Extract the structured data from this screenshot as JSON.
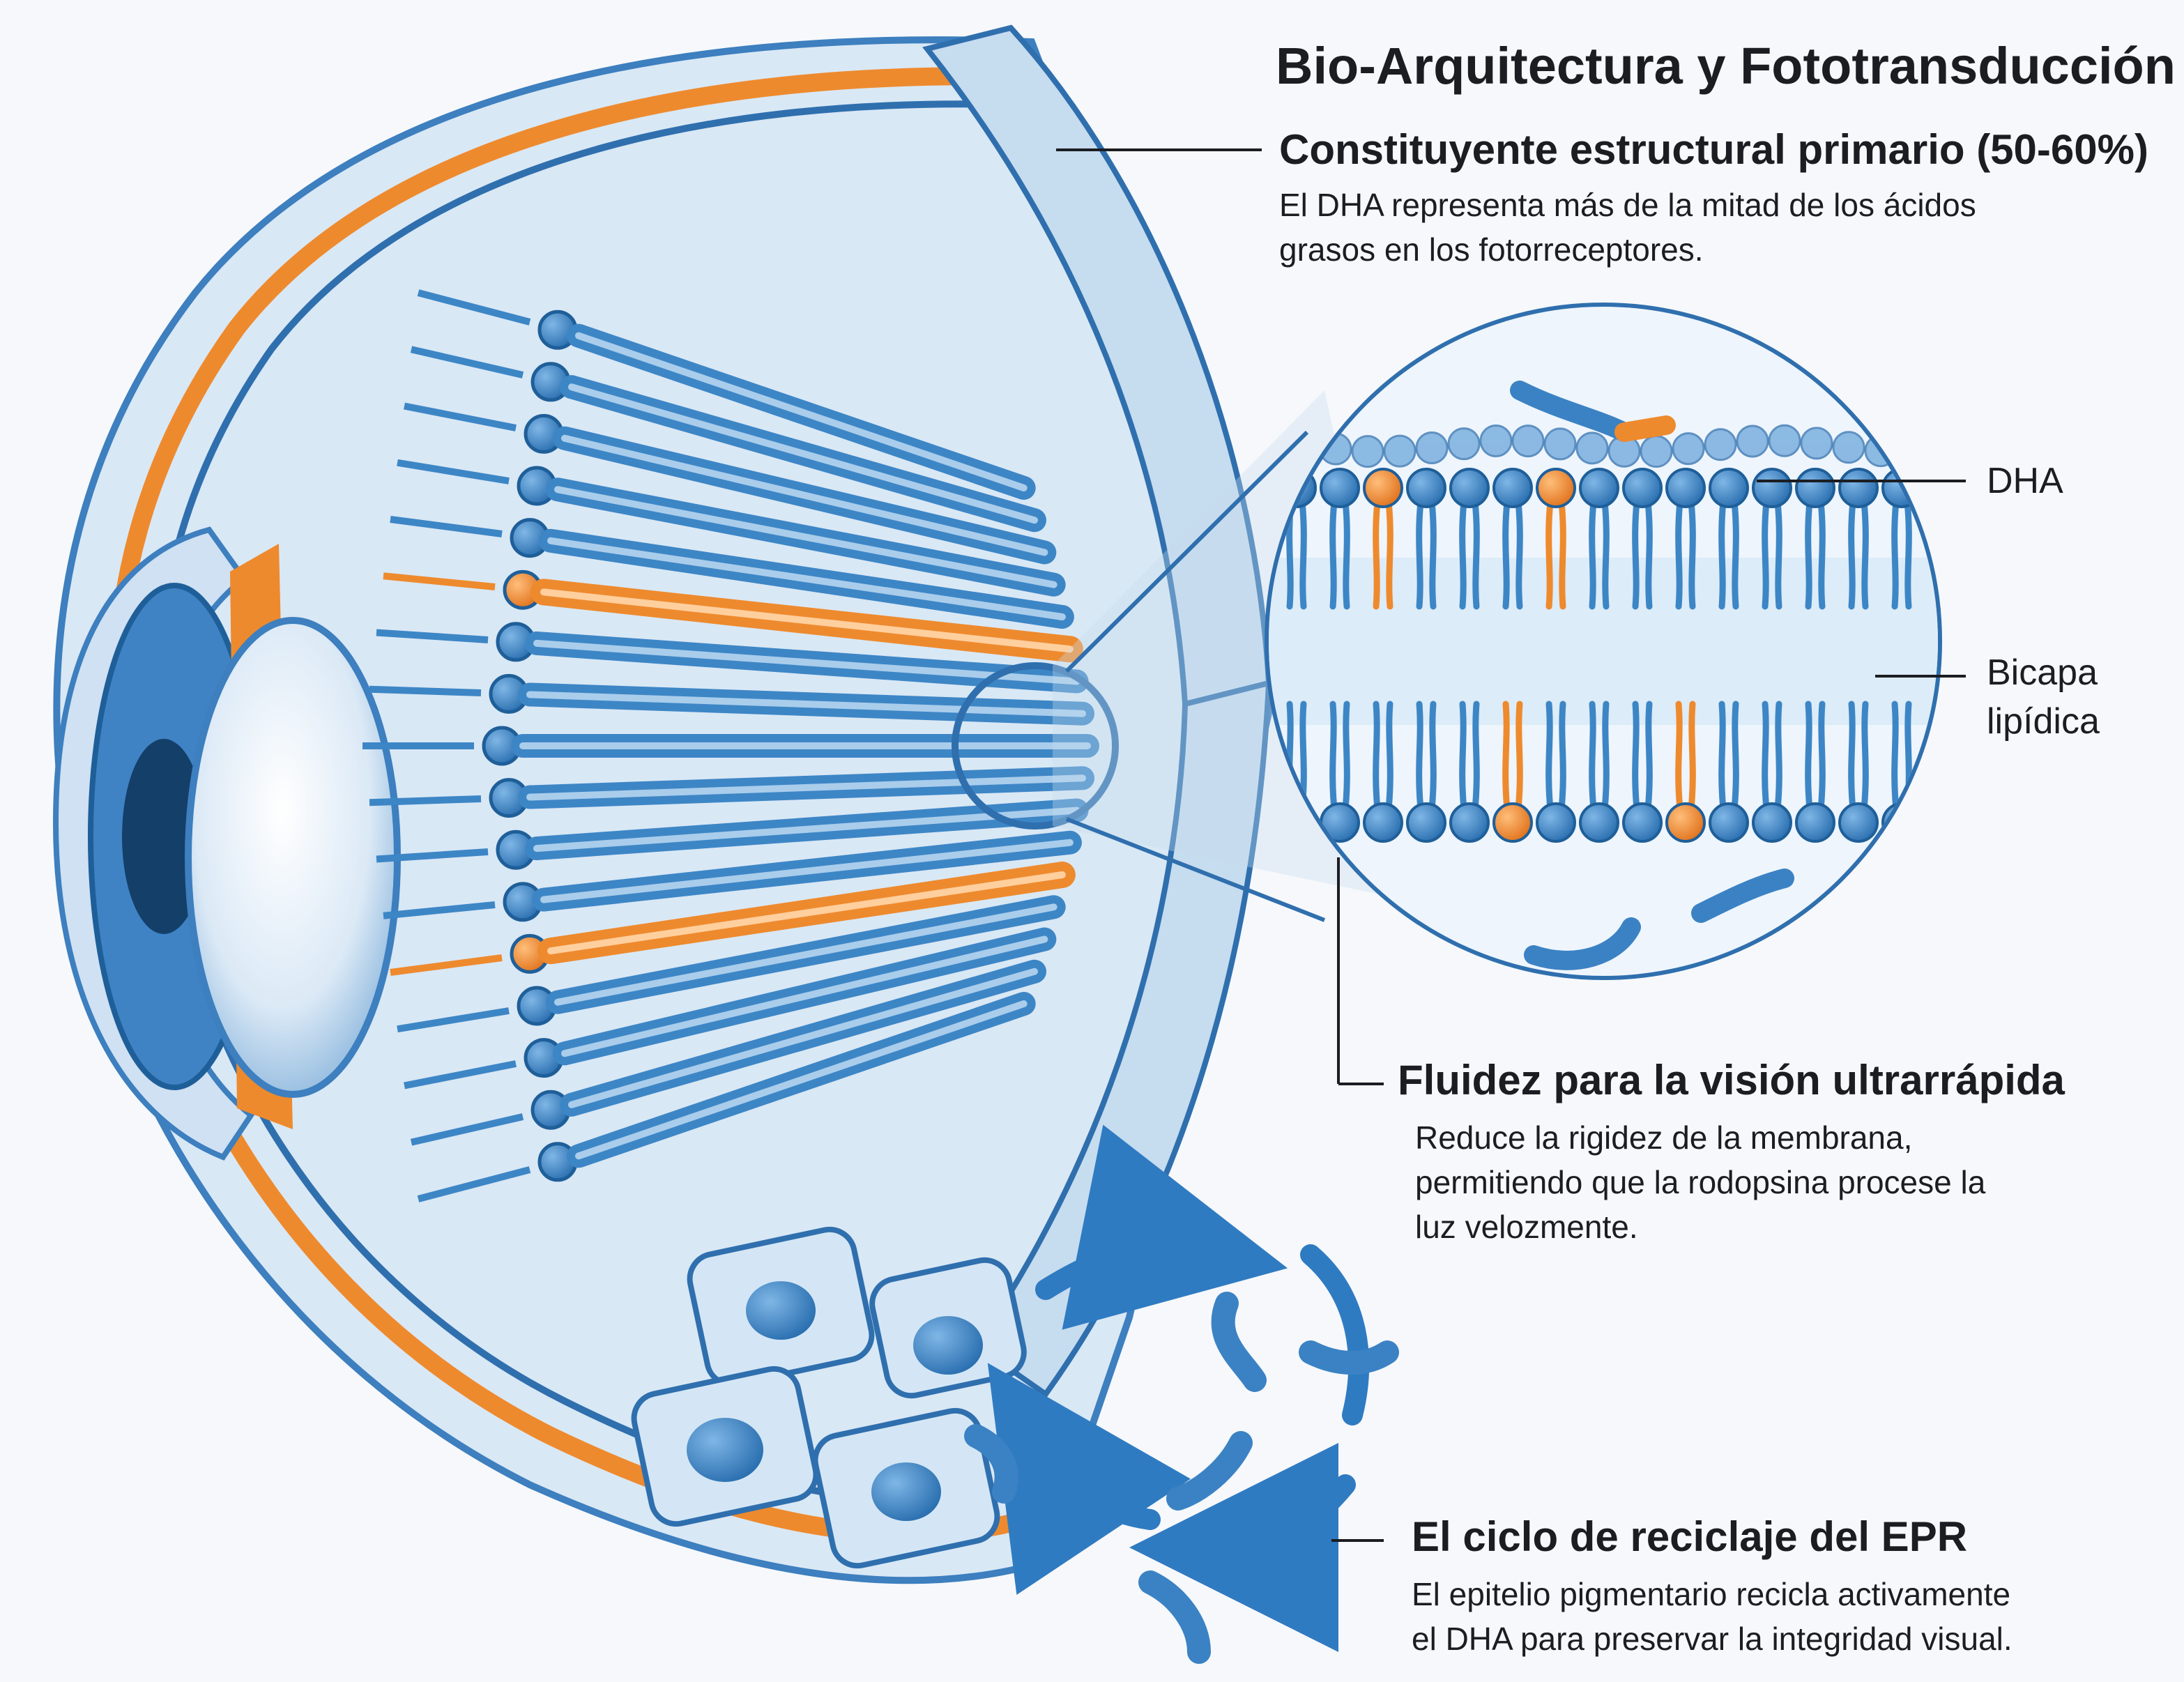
{
  "title": "Bio-Arquitectura y Fototransducción",
  "sections": [
    {
      "heading": "Constituyente estructural primario (50-60%)",
      "lines": [
        "El DHA representa más de la mitad de los ácidos",
        "grasos en los fotorreceptores."
      ]
    },
    {
      "heading": "Fluidez para la visión ultrarrápida",
      "lines": [
        "Reduce la rigidez de la membrana,",
        "permitiendo que la rodopsina procese la",
        "luz velozmente."
      ]
    },
    {
      "heading": "El ciclo de reciclaje del EPR",
      "lines": [
        "El epitelio pigmentario recicla activamente",
        "el DHA para preservar la integridad visual."
      ]
    }
  ],
  "labels": {
    "dha": "DHA",
    "bilayer_line1": "Bicapa",
    "bilayer_line2": "lipídica"
  },
  "colors": {
    "blue_dark": "#1f5f99",
    "blue_mid": "#3d86c6",
    "blue_light": "#c6dcef",
    "orange": "#ee8a2e",
    "ink": "#1b1d22"
  }
}
